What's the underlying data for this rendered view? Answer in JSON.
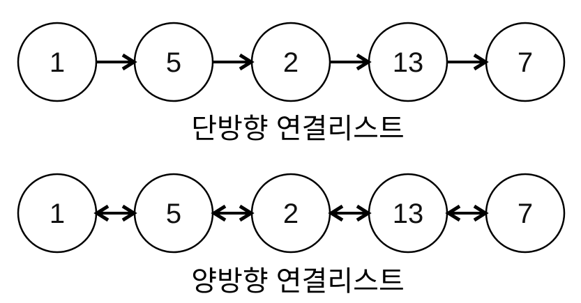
{
  "colors": {
    "background": "#ffffff",
    "stroke": "#000000",
    "text": "#111111"
  },
  "lists": [
    {
      "label": "단방향 연결리스트",
      "direction": "single",
      "nodes": [
        "1",
        "5",
        "2",
        "13",
        "7"
      ]
    },
    {
      "label": "양방향 연결리스트",
      "direction": "double",
      "nodes": [
        "1",
        "5",
        "2",
        "13",
        "7"
      ]
    }
  ]
}
